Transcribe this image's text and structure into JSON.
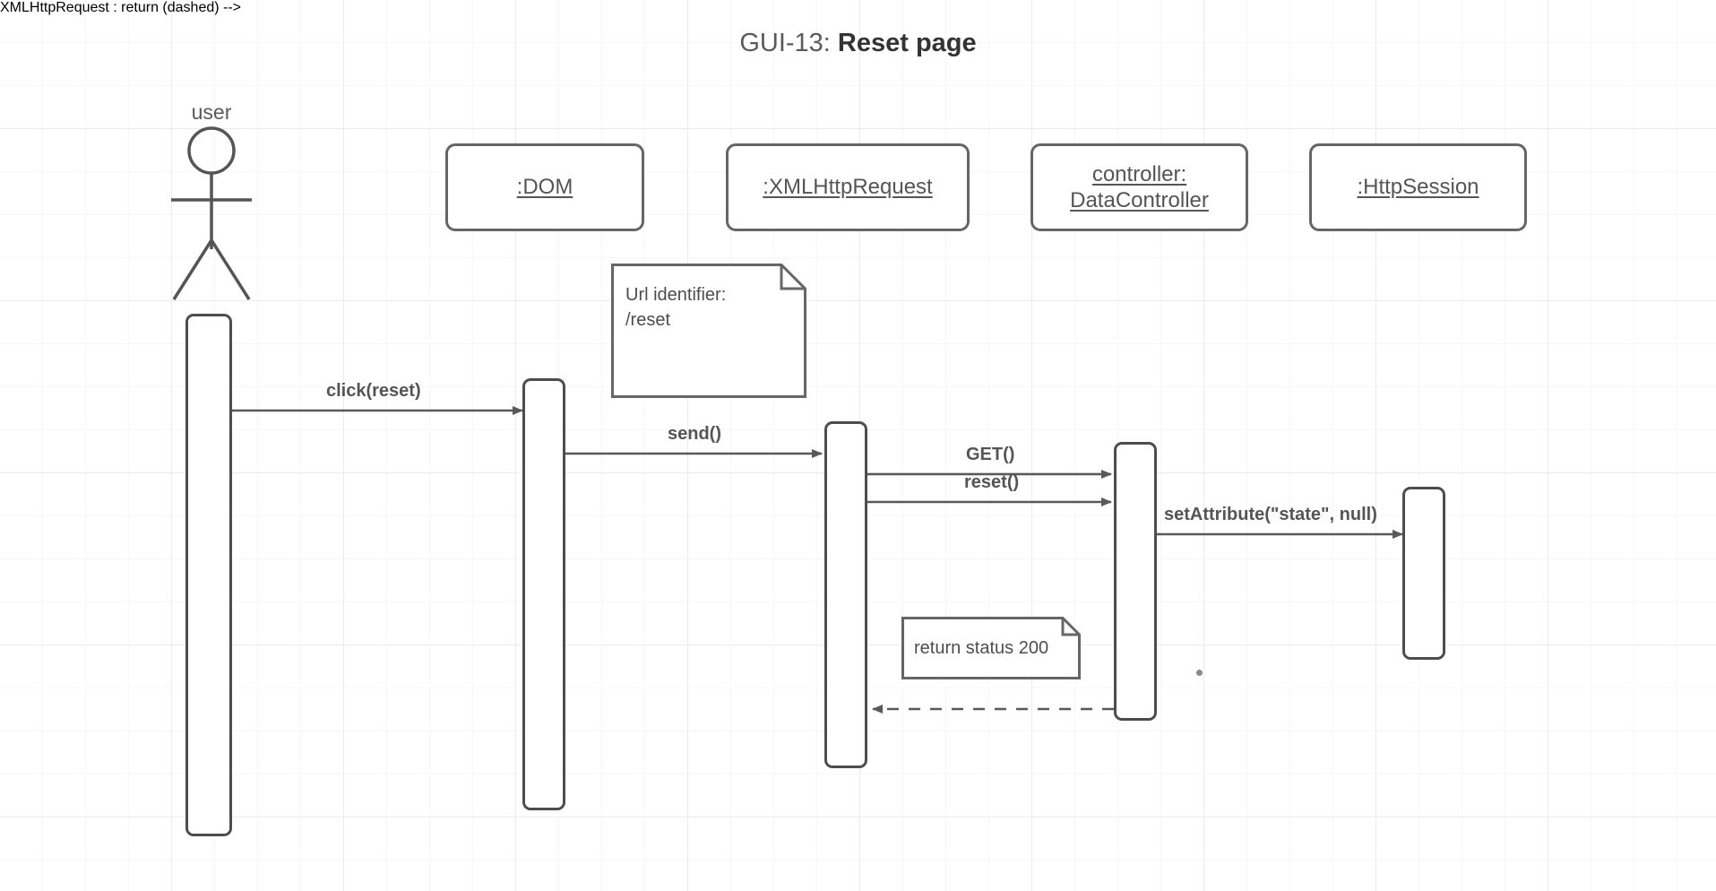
{
  "title": {
    "id": "GUI-13:",
    "name": "Reset page"
  },
  "colors": {
    "lifeline_border": "#666666",
    "activation_border": "#4d4d4d",
    "note_border": "#666666",
    "message_line": "#595959",
    "text": "#555555",
    "grid_minor": "#f7f7f7",
    "grid_major": "#ececec",
    "background": "#ffffff"
  },
  "actor": {
    "label": "user"
  },
  "participants": [
    {
      "id": "dom",
      "label": ":DOM",
      "lines": [
        ":DOM"
      ]
    },
    {
      "id": "xhr",
      "label": ":XMLHttpRequest",
      "lines": [
        ":XMLHttpRequest"
      ]
    },
    {
      "id": "controller",
      "label": "controller: DataController",
      "lines": [
        "controller:",
        "DataController"
      ]
    },
    {
      "id": "session",
      "label": ":HttpSession",
      "lines": [
        ":HttpSession"
      ]
    }
  ],
  "notes": [
    {
      "id": "url-note",
      "text": "Url identifier:\n/reset"
    },
    {
      "id": "return-note",
      "text": "return status 200"
    }
  ],
  "messages": [
    {
      "id": "click",
      "label": "click(reset)",
      "kind": "sync",
      "direction": "right"
    },
    {
      "id": "send",
      "label": "send()",
      "kind": "sync",
      "direction": "right"
    },
    {
      "id": "get",
      "label": "GET()",
      "kind": "sync",
      "direction": "right"
    },
    {
      "id": "reset",
      "label": "reset()",
      "kind": "sync",
      "direction": "right"
    },
    {
      "id": "setattribute",
      "label": "setAttribute(\"state\", null)",
      "kind": "sync",
      "direction": "right"
    },
    {
      "id": "return",
      "label": "",
      "kind": "return",
      "direction": "left"
    }
  ]
}
